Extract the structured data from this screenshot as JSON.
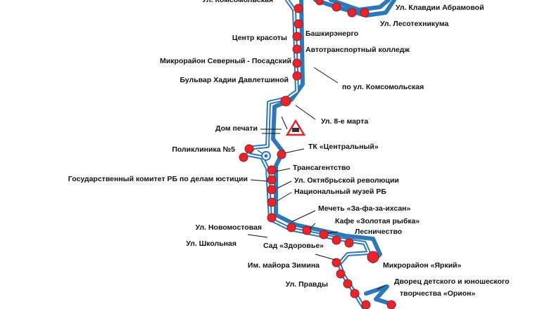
{
  "colors": {
    "route": "#2f78b7",
    "stop_fill": "#e3262d",
    "stop_outline": "#9e1a1e",
    "text": "#111111",
    "warning": "#e3262d",
    "transfer": "#2f78b7"
  },
  "icons": {
    "warning": "warning-triangle-icon",
    "transfer": "transfer-circle-icon"
  },
  "labels": [
    {
      "id": "komsomolskaya",
      "text": "Ул. Комсомольская"
    },
    {
      "id": "klavdii",
      "text": "Ул. Клавдии Абрамовой"
    },
    {
      "id": "lesotekh",
      "text": "Ул. Лесотехникума"
    },
    {
      "id": "bashkirenergo",
      "text": "Башкирэнерго"
    },
    {
      "id": "tsentr-krasoty",
      "text": "Центр красоты"
    },
    {
      "id": "avtotransport",
      "text": "Автотранспортный колледж"
    },
    {
      "id": "mikrorayon-severny",
      "text": "Микрорайон Северный - Посадский"
    },
    {
      "id": "bulvar",
      "text": "Бульвар Хадии Давлетшиной"
    },
    {
      "id": "po-komsomolskaya",
      "text": "по ул. Комсомольская"
    },
    {
      "id": "8-marta",
      "text": "Ул. 8-е марта"
    },
    {
      "id": "dom-pechati",
      "text": "Дом печати"
    },
    {
      "id": "poliklinika",
      "text": "Поликлиника №5"
    },
    {
      "id": "tk-tsentralny",
      "text": "ТК «Центральный»"
    },
    {
      "id": "transagentstvo",
      "text": "Трансагентство"
    },
    {
      "id": "goskomitet",
      "text": "Государственный комитет РБ по делам юстиции"
    },
    {
      "id": "oktyabrskoy",
      "text": "Ул. Октябрьской революции"
    },
    {
      "id": "muzey",
      "text": "Национальный музей РБ"
    },
    {
      "id": "mechet",
      "text": "Мечеть «За-фа-за-ихсан»"
    },
    {
      "id": "kafe",
      "text": "Кафе «Золотая рыбка»"
    },
    {
      "id": "novomostovaya",
      "text": "Ул. Новомостовая"
    },
    {
      "id": "lesnichestvo",
      "text": "Лесничество"
    },
    {
      "id": "shkolnaya",
      "text": "Ул. Школьная"
    },
    {
      "id": "sad",
      "text": "Сад «Здоровье»"
    },
    {
      "id": "zimina",
      "text": "Им. майора Зимина"
    },
    {
      "id": "yarkiy",
      "text": "Микрорайон «Яркий»"
    },
    {
      "id": "dvorets-1",
      "text": "Дворец детского и юношеского"
    },
    {
      "id": "dvorets-2",
      "text": "творчества «Орион»"
    },
    {
      "id": "pravdy",
      "text": "Ул. Правды"
    }
  ]
}
